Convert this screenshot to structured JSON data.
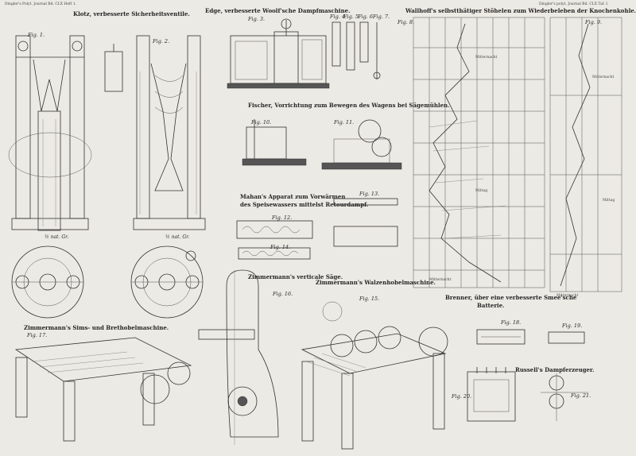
{
  "header": {
    "left": "Dingler's Polyt. Journal Bd. CLX Heft 1.",
    "right": "Dingler's polyt. Journal Bd. CLX Taf. I."
  },
  "sections": {
    "klotz": "Klotz, verbesserte Sicherheitsventile.",
    "edge": "Edge, verbesserte Woolf'sche Dampfmaschine.",
    "wallhoff": "Wallhoff's selbstthätiger Stöhelen zum Wiederbeleben der Knochenkohle.",
    "fischer": "Fischer, Vorrichtung zum Bewegen des Wagens bei Sägemühlen.",
    "mahan_1": "Mahan's Apparat zum Vorwärmen",
    "mahan_2": "des Speisewassers mittelst Retourdampf.",
    "zim_saege": "Zimmermann's verticale Säge.",
    "zim_walzen": "Zimmermann's Walzenhobelmaschine.",
    "brenner_1": "Brenner, über eine verbesserte Smee'sche",
    "brenner_2": "Batterie.",
    "zim_sims": "Zimmermann's Sims- und Brethobelmaschine.",
    "russell": "Russell's Dampferzeuger."
  },
  "figures": {
    "f1": "Fig. 1.",
    "f2": "Fig. 2.",
    "f3": "Fig. 3.",
    "f4": "Fig. 4.",
    "f5": "Fig. 5.",
    "f6": "Fig. 6.",
    "f7": "Fig. 7.",
    "f8": "Fig. 8.",
    "f9": "Fig. 9.",
    "f10": "Fig. 10.",
    "f11": "Fig. 11.",
    "f12": "Fig. 12.",
    "f13": "Fig. 13.",
    "f14": "Fig. 14.",
    "f15": "Fig. 15.",
    "f16": "Fig. 16.",
    "f17": "Fig. 17.",
    "f18": "Fig. 18.",
    "f19": "Fig. 19.",
    "f20": "Fig. 20.",
    "f21": "Fig. 21."
  },
  "scales": {
    "s1": "½ nat. Gr.",
    "s2": "½ nat. Gr."
  },
  "chart_labels": {
    "left": [
      "Mitternacht",
      "Mittag",
      "Mitternacht"
    ],
    "right": [
      "Mitternacht",
      "Mittag",
      "Mitternacht"
    ]
  }
}
